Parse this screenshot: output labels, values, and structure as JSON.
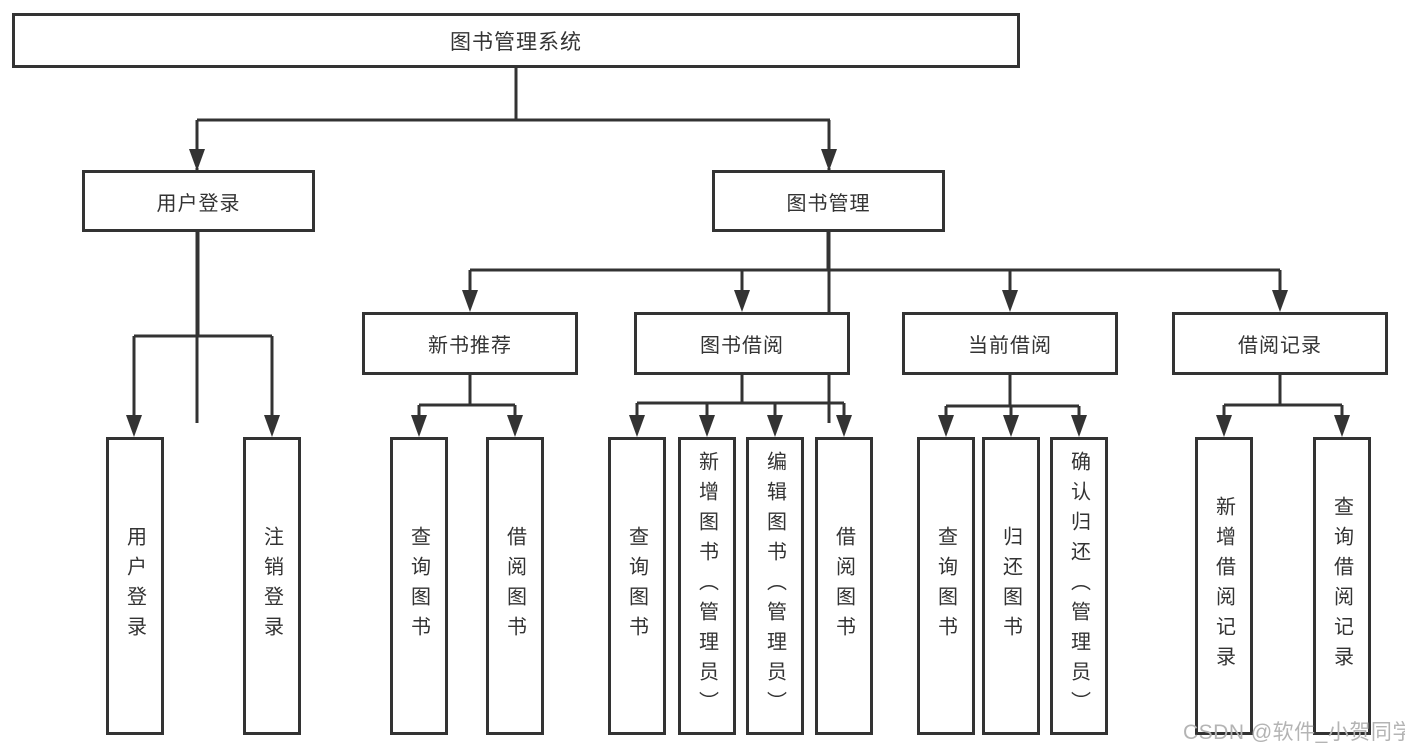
{
  "colors": {
    "line": "#333333",
    "text": "#333333",
    "box_background": "#ffffff",
    "watermark": "#b4b4b4"
  },
  "watermark": "CSDN @软件_小贺同学",
  "tree": {
    "root": "图书管理系统",
    "branches": [
      {
        "label": "用户登录",
        "children": [
          "用户登录",
          "注销登录"
        ]
      },
      {
        "label": "图书管理",
        "groups": [
          {
            "label": "新书推荐",
            "children": [
              "查询图书",
              "借阅图书"
            ]
          },
          {
            "label": "图书借阅",
            "children": [
              "查询图书",
              "新增图书（管理员）",
              "编辑图书（管理员）",
              "借阅图书"
            ]
          },
          {
            "label": "当前借阅",
            "children": [
              "查询图书",
              "归还图书",
              "确认归还（管理员）"
            ]
          },
          {
            "label": "借阅记录",
            "children": [
              "新增借阅记录",
              "查询借阅记录"
            ]
          }
        ]
      }
    ]
  }
}
